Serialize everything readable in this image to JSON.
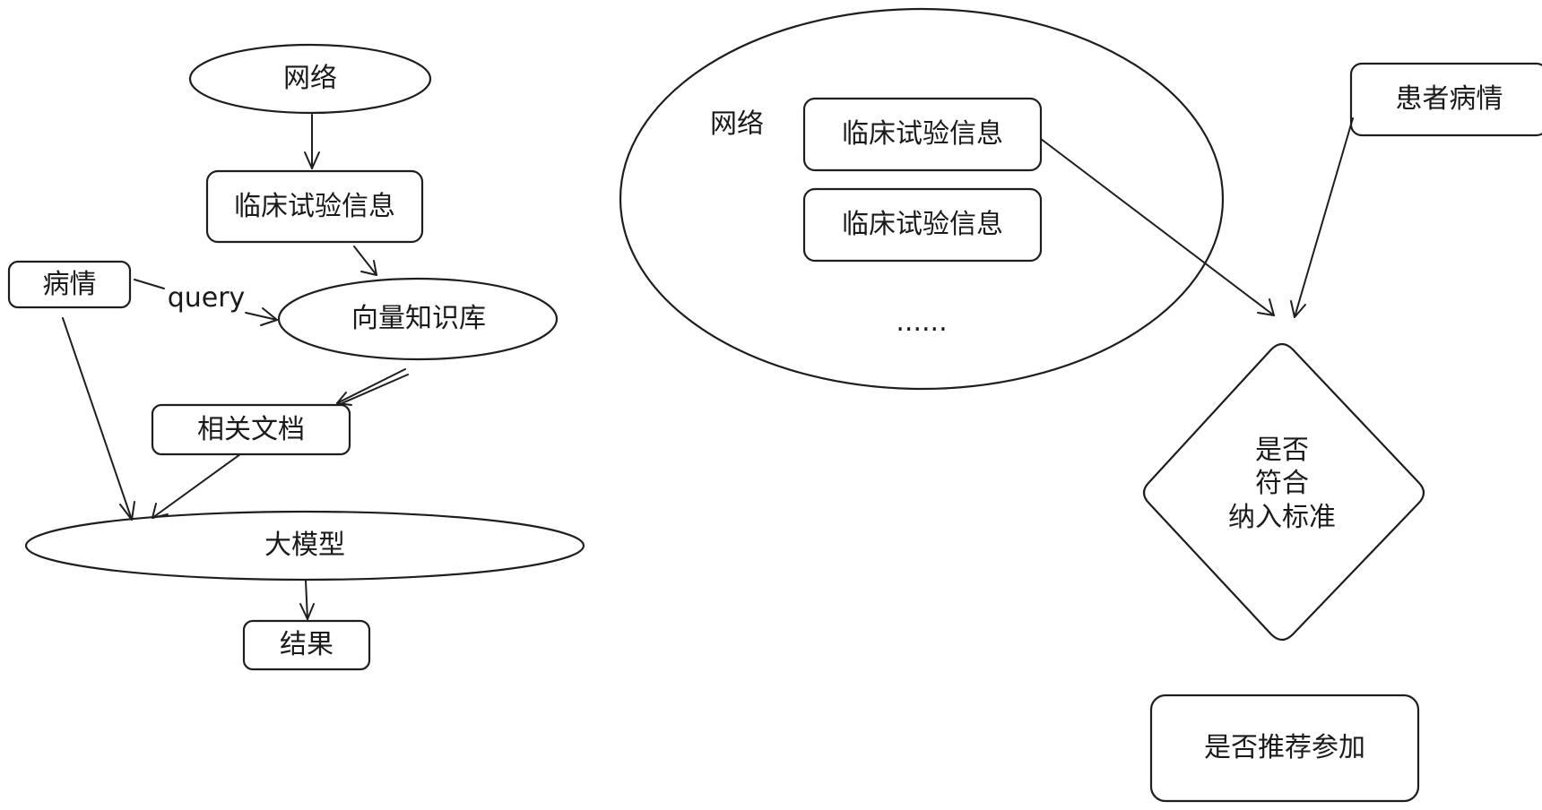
{
  "left_flow": {
    "network": "网络",
    "clinical_info": "临床试验信息",
    "condition": "病情",
    "query_label": "query",
    "vector_db": "向量知识库",
    "related_docs": "相关文档",
    "llm": "大模型",
    "result": "结果"
  },
  "right_flow": {
    "network_label": "网络",
    "clinical_info_1": "临床试验信息",
    "clinical_info_2": "临床试验信息",
    "ellipsis": "......",
    "patient_condition": "患者病情",
    "decision": "是否\n符合\n纳入标准",
    "recommend": "是否推荐参加"
  }
}
